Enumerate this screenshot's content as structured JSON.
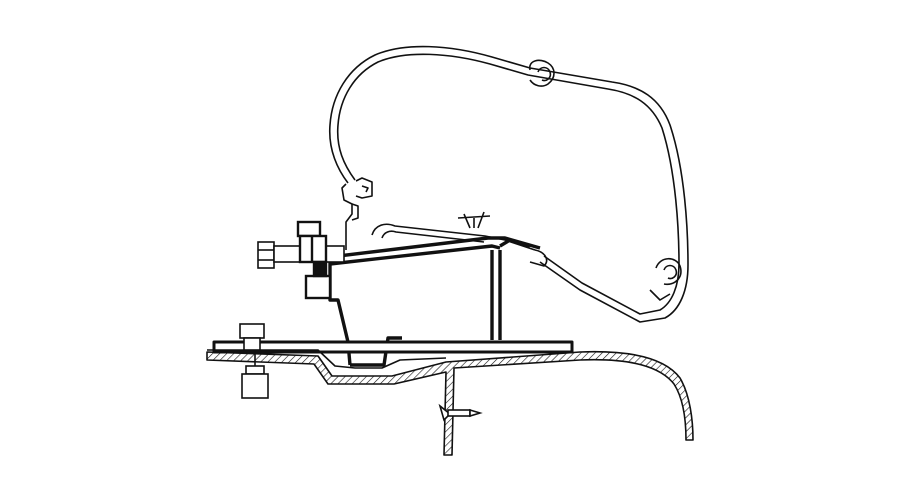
{
  "diagram": {
    "background": "#ffffff",
    "stroke": "#111111",
    "fill_profile": "#ffffff",
    "fill_hatch": "#666666",
    "parts": [
      "awning-case-profile",
      "adapter-bracket",
      "mounting-plate",
      "vehicle-roof-panel",
      "hex-bolt",
      "nut",
      "screw-rivet"
    ]
  }
}
